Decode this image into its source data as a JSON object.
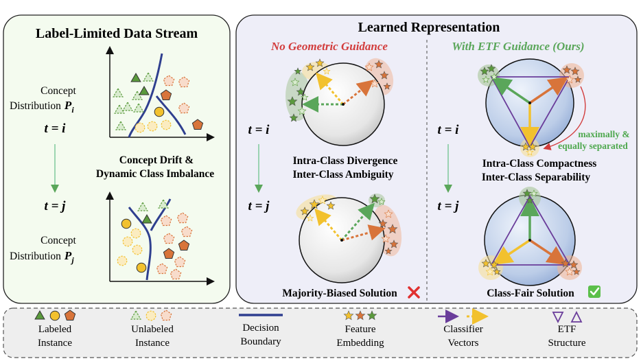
{
  "left_panel": {
    "title": "Label-Limited Data Stream",
    "concept_i_line1": "Concept",
    "concept_i_line2": "Distribution",
    "concept_i_symbol": "P",
    "concept_i_sub": "i",
    "time_i": "t = i",
    "drift_line1": "Concept Drift &",
    "drift_line2": "Dynamic Class Imbalance",
    "time_j": "t = j",
    "concept_j_line1": "Concept",
    "concept_j_line2": "Distribution",
    "concept_j_symbol": "P",
    "concept_j_sub": "j"
  },
  "right_panel": {
    "title": "Learned Representation",
    "no_guidance_title": "No Geometric Guidance",
    "etf_title": "With ETF Guidance (Ours)",
    "time_i": "t = i",
    "time_j": "t = j",
    "ng_caption_line1": "Intra-Class Divergence",
    "ng_caption_line2": "Inter-Class Ambiguity",
    "etf_caption_line1": "Intra-Class Compactness",
    "etf_caption_line2": "Inter-Class Separability",
    "etf_note_line1": "maximally &",
    "etf_note_line2": "equally separated",
    "ng_result": "Majority-Biased Solution",
    "etf_result": "Class-Fair Solution"
  },
  "legend": {
    "labeled_line1": "Labeled",
    "labeled_line2": "Instance",
    "unlabeled_line1": "Unlabeled",
    "unlabeled_line2": "Instance",
    "boundary_line1": "Decision",
    "boundary_line2": "Boundary",
    "feature_line1": "Feature",
    "feature_line2": "Embedding",
    "classifier_line1": "Classifier",
    "classifier_line2": "Vectors",
    "etf_line1": "ETF",
    "etf_line2": "Structure"
  },
  "colors": {
    "green": "#5a9a3c",
    "yellow": "#f2c12e",
    "orange": "#d8743a",
    "boundary": "#2f3f8f",
    "purple": "#6a3d9a",
    "red_text": "#d23c3c",
    "green_text": "#4fa84f",
    "left_bg": "#f4fbef",
    "right_bg": "#eeeef8"
  },
  "icons": {
    "cross": "red-cross-icon",
    "check": "green-check-icon"
  }
}
